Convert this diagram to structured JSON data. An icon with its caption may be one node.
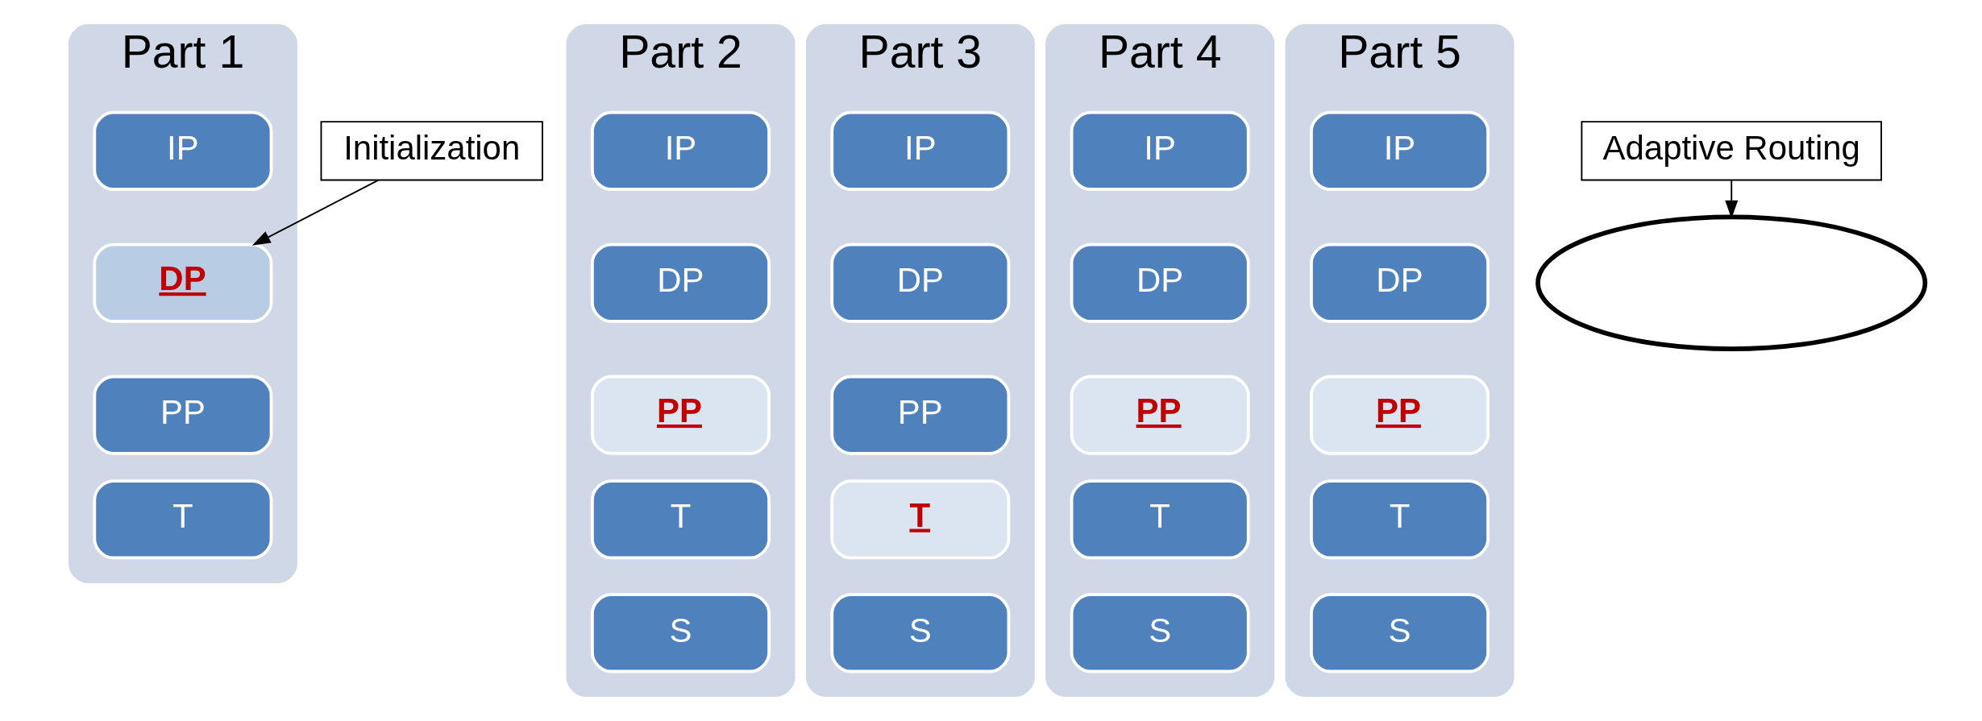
{
  "diagram": {
    "nodes": [
      {
        "text": [
          "Part 1"
        ]
      },
      {
        "text": [
          "IP"
        ],
        "in": 0
      },
      {
        "text": [
          "DP"
        ],
        "in": 0
      },
      {
        "text": [
          "PP"
        ],
        "in": 0
      },
      {
        "text": [
          "T"
        ],
        "in": 0
      },
      {
        "text": [
          "Part 2"
        ]
      },
      {
        "text": [
          "IP"
        ],
        "in": 5
      },
      {
        "text": [
          "DP"
        ],
        "in": 5
      },
      {
        "text": [
          "PP"
        ],
        "in": 5
      },
      {
        "text": [
          "T"
        ],
        "in": 5
      },
      {
        "text": [
          "S"
        ],
        "in": 5
      },
      {
        "text": [
          "Part 3"
        ]
      },
      {
        "text": [
          "IP"
        ],
        "in": 11
      },
      {
        "text": [
          "DP"
        ],
        "in": 11
      },
      {
        "text": [
          "PP"
        ],
        "in": 11
      },
      {
        "text": [
          "T"
        ],
        "in": 11
      },
      {
        "text": [
          "S"
        ],
        "in": 11
      },
      {
        "text": [
          "Part 4"
        ]
      },
      {
        "text": [
          "IP"
        ],
        "in": 17
      },
      {
        "text": [
          "DP"
        ],
        "in": 17
      },
      {
        "text": [
          "PP"
        ],
        "in": 17
      },
      {
        "text": [
          "T"
        ],
        "in": 17
      },
      {
        "text": [
          "S"
        ],
        "in": 17
      },
      {
        "text": [
          "Part 5"
        ]
      },
      {
        "text": [
          "IP"
        ],
        "in": 23
      },
      {
        "text": [
          "DP"
        ],
        "in": 23
      },
      {
        "text": [
          "PP"
        ],
        "in": 23
      },
      {
        "text": [
          "T"
        ],
        "in": 23
      },
      {
        "text": [
          "S"
        ],
        "in": 23
      },
      {
        "text": [
          "Initialization"
        ]
      },
      {
        "text": [
          "Adaptive Routing"
        ]
      },
      {
        "text": [],
        "shape": "ellipse"
      }
    ],
    "edges": [
      {
        "from": 29,
        "to": 2,
        "arrow": "to"
      },
      {
        "from": 30,
        "to": 31,
        "arrow": "to"
      }
    ]
  }
}
